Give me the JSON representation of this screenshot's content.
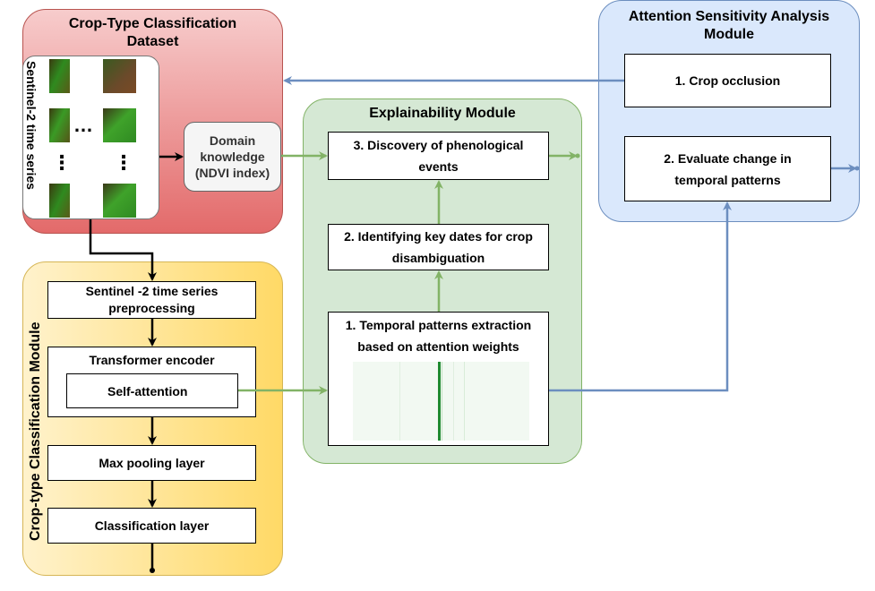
{
  "dataset_panel": {
    "title_line1": "Crop-Type Classification",
    "title_line2": "Dataset",
    "series_label": "Sentinel-2 time series",
    "ellipsis_h": "…",
    "ellipsis_v": "⋮",
    "domain_line1": "Domain",
    "domain_line2": "knowledge",
    "domain_line3": "(NDVI index)"
  },
  "classification_panel": {
    "side_label": "Crop-type Classification Module",
    "preprocess_line1": "Sentinel -2 time series",
    "preprocess_line2": "preprocessing",
    "transformer_label": "Transformer encoder",
    "self_attention_label": "Self-attention",
    "max_pooling_label": "Max pooling layer",
    "classification_layer_label": "Classification layer"
  },
  "explainability_panel": {
    "title": "Explainability Module",
    "step3_line1": "3. Discovery of phenological",
    "step3_line2": "events",
    "step2_line1": "2. Identifying key dates for crop",
    "step2_line2": "disambiguation",
    "step1_line1": "1. Temporal patterns extraction",
    "step1_line2": "based on attention weights"
  },
  "sensitivity_panel": {
    "title_line1": "Attention Sensitivity Analysis",
    "title_line2": "Module",
    "step1_label": "1. Crop occlusion",
    "step2_line1": "2. Evaluate change in",
    "step2_line2": "temporal patterns"
  },
  "colors": {
    "red_panel_top": "#f5c6c6",
    "red_panel_bottom": "#e06464",
    "red_border": "#b85450",
    "yellow_panel_left": "#fff2cc",
    "yellow_panel_right": "#ffd966",
    "yellow_border": "#d6b656",
    "green_panel": "#d5e8d4",
    "green_border": "#82b366",
    "blue_panel": "#dae8fc",
    "blue_border": "#6c8ebf",
    "green_arrow": "#82b366",
    "blue_arrow": "#6c8ebf"
  }
}
